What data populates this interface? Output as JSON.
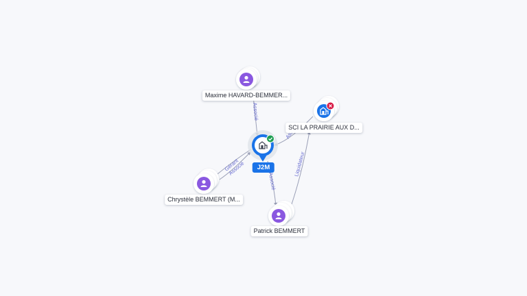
{
  "graph": {
    "center": {
      "label": "J2M",
      "icon": "building-icon",
      "status": "active",
      "status_icon": "check-icon",
      "color": "#1a73e8"
    },
    "nodes": [
      {
        "id": "maxime",
        "label": "Maxime HAVARD-BEMMER...",
        "kind": "person",
        "icon": "person-icon"
      },
      {
        "id": "sci",
        "label": "SCI LA PRAIRIE AUX D...",
        "kind": "company",
        "icon": "building-icon",
        "status": "closed",
        "status_icon": "close-icon"
      },
      {
        "id": "chrystele",
        "label": "Chrystèle BEMMERT (M...",
        "kind": "person",
        "icon": "person-icon"
      },
      {
        "id": "patrick",
        "label": "Patrick BEMMERT",
        "kind": "person",
        "icon": "person-icon"
      }
    ],
    "edges": [
      {
        "from": "maxime",
        "to": "center",
        "label": "Associé"
      },
      {
        "from": "sci",
        "to": "center",
        "label": "Associé"
      },
      {
        "from": "chrystele",
        "to": "center",
        "label": "Gérant"
      },
      {
        "from": "chrystele",
        "to": "center",
        "label": "Associé"
      },
      {
        "from": "center",
        "to": "patrick",
        "label": "Associé"
      },
      {
        "from": "patrick",
        "to": "sci",
        "label": "Liquidateur"
      }
    ]
  },
  "colors": {
    "person": "#8a58e0",
    "company": "#1a73e8",
    "active": "#1e9e52",
    "closed": "#d81b45",
    "edge": "#9a9fb6",
    "edge_label": "#6b6fd1"
  }
}
